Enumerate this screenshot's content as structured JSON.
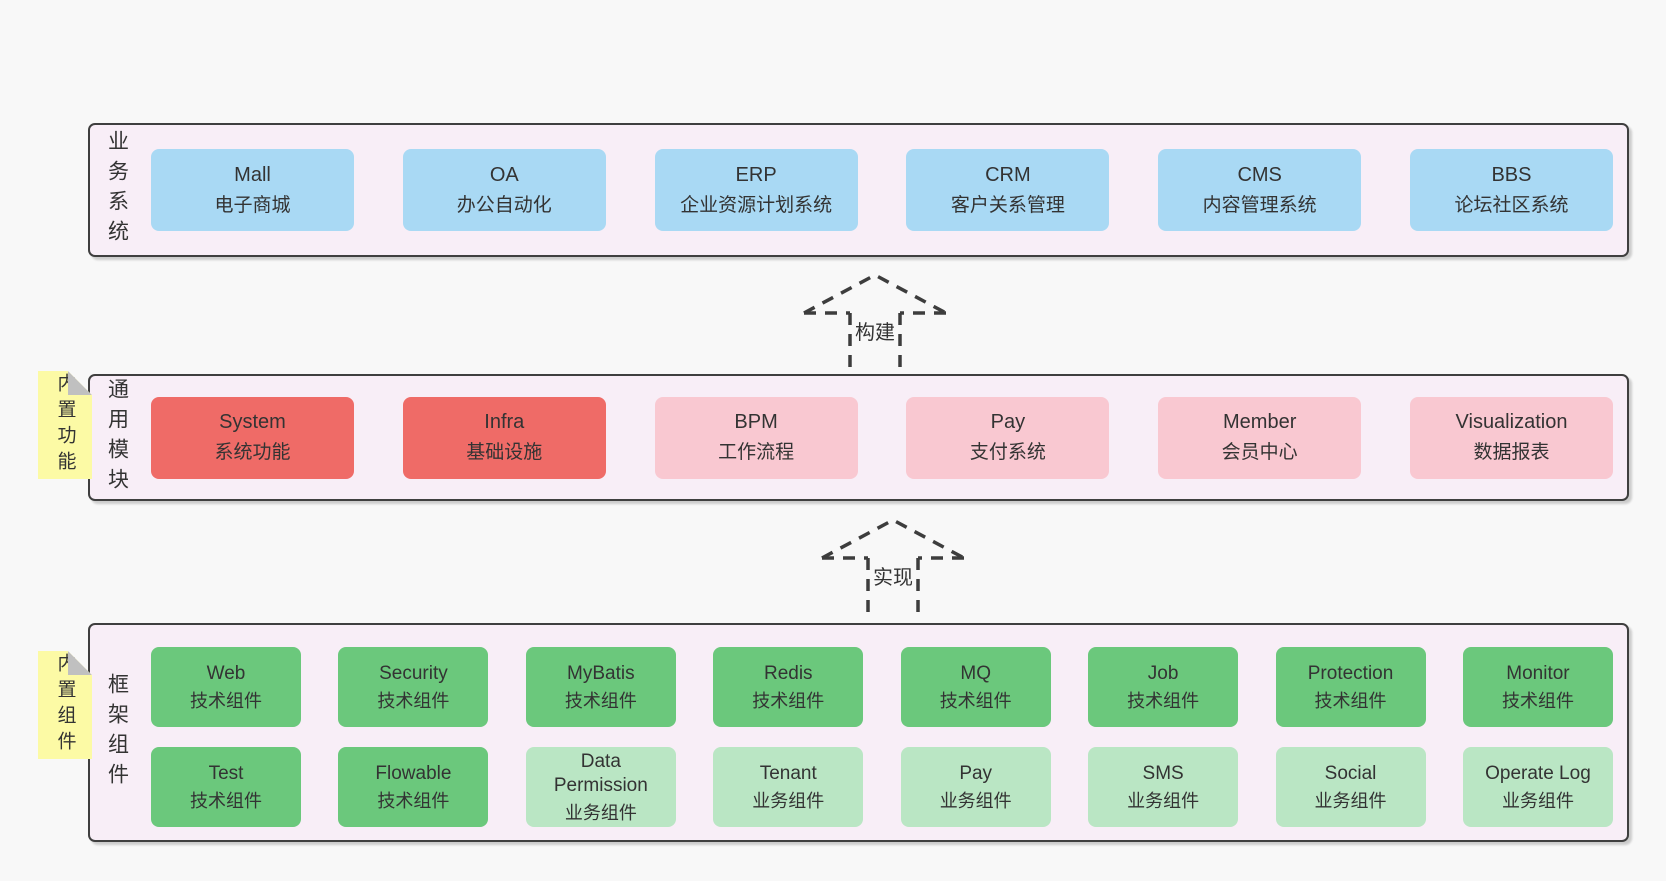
{
  "sections": {
    "business": {
      "label": "业务系统",
      "items": [
        {
          "name": "Mall",
          "desc": "电子商城",
          "variant": "blue"
        },
        {
          "name": "OA",
          "desc": "办公自动化",
          "variant": "blue"
        },
        {
          "name": "ERP",
          "desc": "企业资源计划系统",
          "variant": "blue"
        },
        {
          "name": "CRM",
          "desc": "客户关系管理",
          "variant": "blue"
        },
        {
          "name": "CMS",
          "desc": "内容管理系统",
          "variant": "blue"
        },
        {
          "name": "BBS",
          "desc": "论坛社区系统",
          "variant": "blue"
        }
      ]
    },
    "modules": {
      "label": "通用模块",
      "note": "内置功能",
      "items": [
        {
          "name": "System",
          "desc": "系统功能",
          "variant": "red"
        },
        {
          "name": "Infra",
          "desc": "基础设施",
          "variant": "red"
        },
        {
          "name": "BPM",
          "desc": "工作流程",
          "variant": "pink"
        },
        {
          "name": "Pay",
          "desc": "支付系统",
          "variant": "pink"
        },
        {
          "name": "Member",
          "desc": "会员中心",
          "variant": "pink"
        },
        {
          "name": "Visualization",
          "desc": "数据报表",
          "variant": "pink"
        }
      ]
    },
    "framework": {
      "label": "框架组件",
      "note": "内置组件",
      "row1": [
        {
          "name": "Web",
          "desc": "技术组件",
          "variant": "green"
        },
        {
          "name": "Security",
          "desc": "技术组件",
          "variant": "green"
        },
        {
          "name": "MyBatis",
          "desc": "技术组件",
          "variant": "green"
        },
        {
          "name": "Redis",
          "desc": "技术组件",
          "variant": "green"
        },
        {
          "name": "MQ",
          "desc": "技术组件",
          "variant": "green"
        },
        {
          "name": "Job",
          "desc": "技术组件",
          "variant": "green"
        },
        {
          "name": "Protection",
          "desc": "技术组件",
          "variant": "green"
        },
        {
          "name": "Monitor",
          "desc": "技术组件",
          "variant": "green"
        }
      ],
      "row2": [
        {
          "name": "Test",
          "desc": "技术组件",
          "variant": "green"
        },
        {
          "name": "Flowable",
          "desc": "技术组件",
          "variant": "green"
        },
        {
          "name": "Data Permission",
          "desc": "业务组件",
          "variant": "green-light"
        },
        {
          "name": "Tenant",
          "desc": "业务组件",
          "variant": "green-light"
        },
        {
          "name": "Pay",
          "desc": "业务组件",
          "variant": "green-light"
        },
        {
          "name": "SMS",
          "desc": "业务组件",
          "variant": "green-light"
        },
        {
          "name": "Social",
          "desc": "业务组件",
          "variant": "green-light"
        },
        {
          "name": "Operate Log",
          "desc": "业务组件",
          "variant": "green-light"
        }
      ]
    }
  },
  "arrows": {
    "build_label": "构建",
    "implement_label": "实现"
  },
  "colors": {
    "page_bg": "#f8f8f8",
    "panel_bg": "#f8eef7",
    "panel_border": "#3f3f3f",
    "blue_box": "#a9d9f4",
    "red_box": "#ef6b67",
    "pink_box": "#f9c8d1",
    "green_box": "#6bc87c",
    "light_green_box": "#bae6c4",
    "note_yellow": "#fcfaa5",
    "note_fold_gray": "#c0c0c0",
    "text": "#333333"
  }
}
